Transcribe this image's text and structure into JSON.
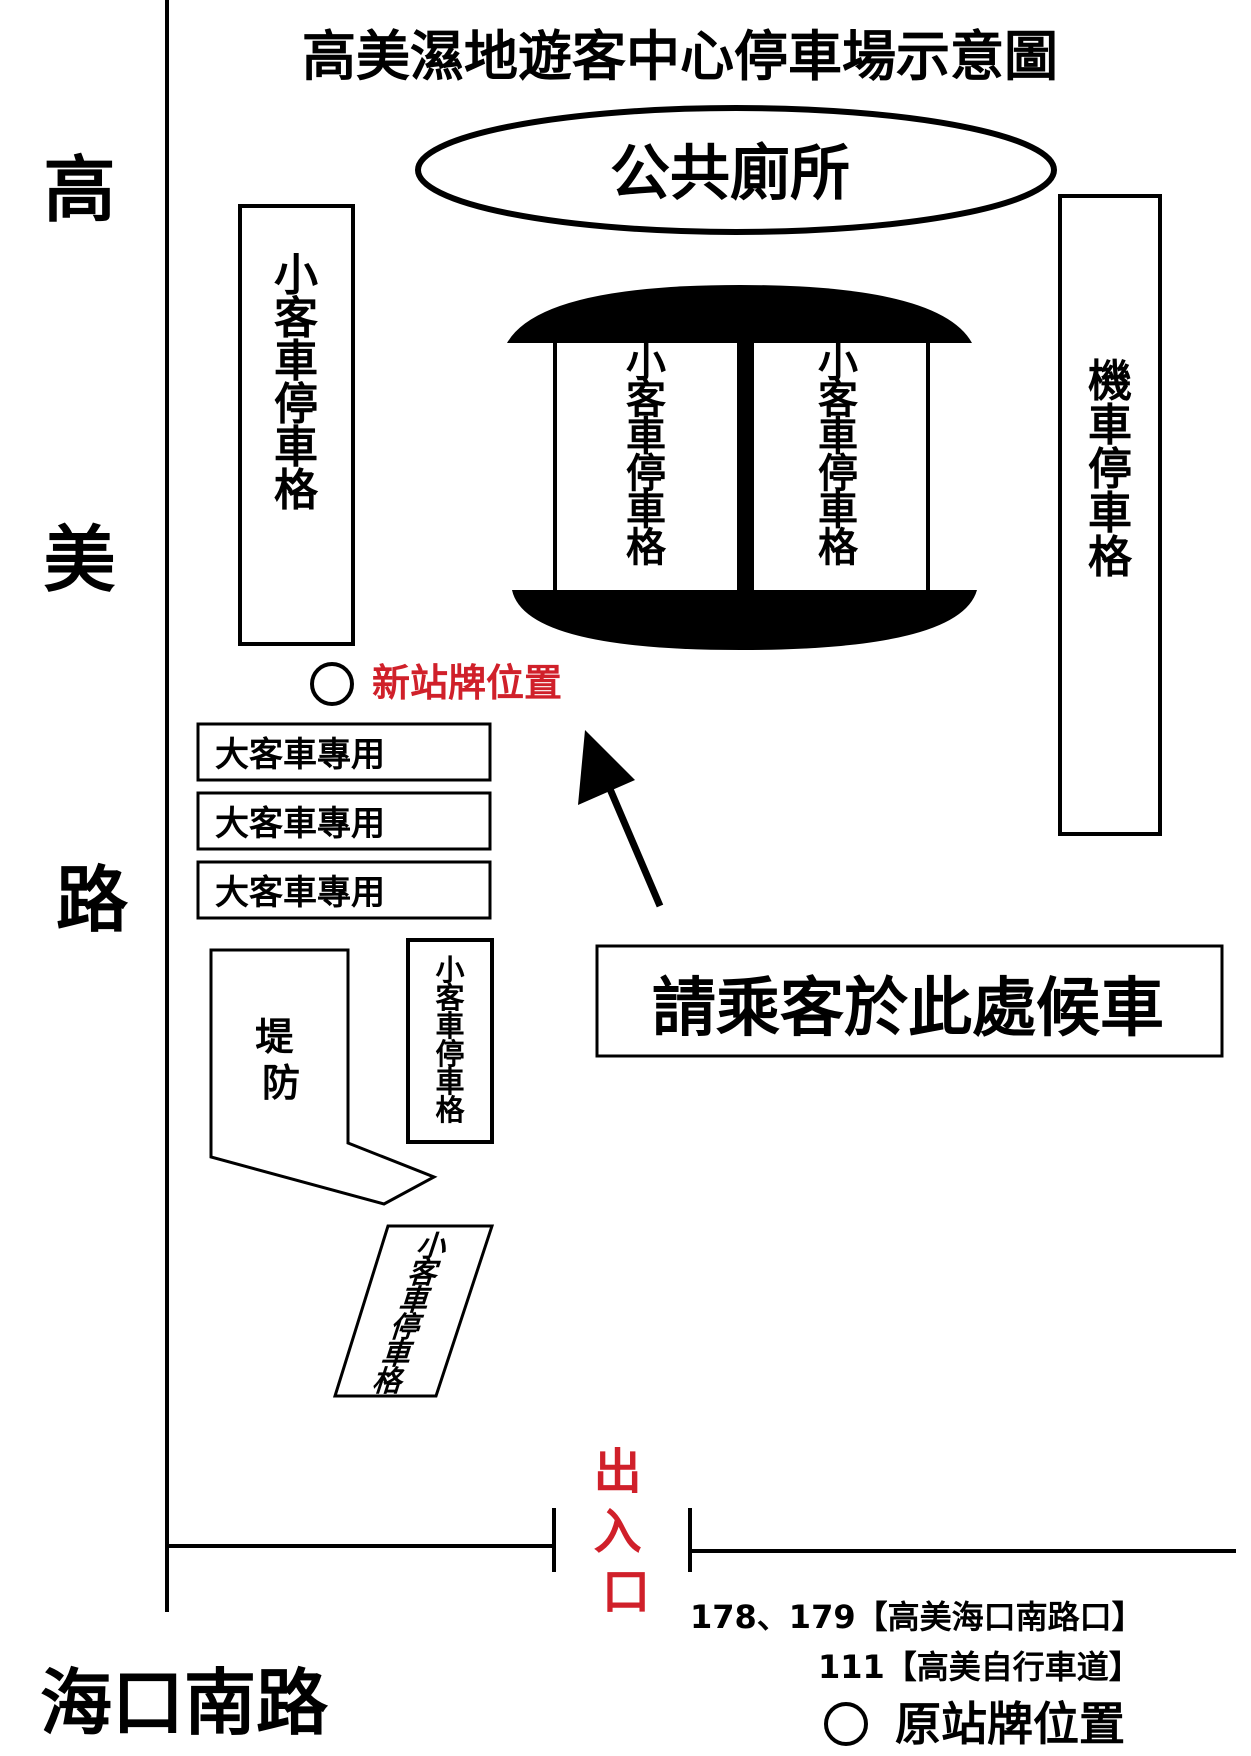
{
  "title": "高美濕地遊客中心停車場示意圖",
  "road_left": "高美路",
  "road_bottom": "海口南路",
  "restroom": "公共廁所",
  "car_parking": "小客車停車格",
  "scooter_parking": "機車停車格",
  "bus_only": "大客車專用",
  "levee": "堤防",
  "new_stop": "新站牌位置",
  "old_stop": "原站牌位置",
  "wait_notice": "請乘客於此處候車",
  "entrance_exit": "出入口",
  "bus_routes": [
    "178、179【高美海口南路口】",
    "111【高美自行車道】"
  ],
  "colors": {
    "accent": "#d0202a",
    "ink": "#000000"
  }
}
